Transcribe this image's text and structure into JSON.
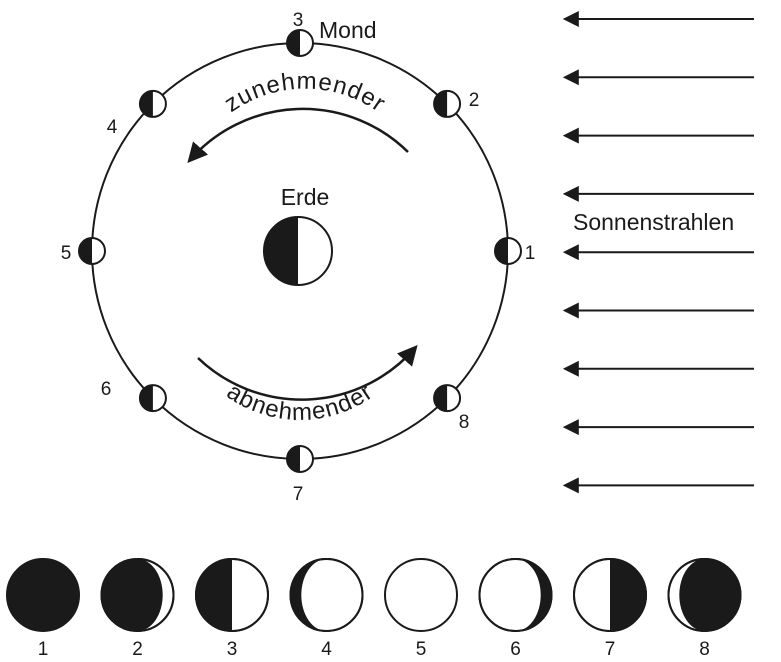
{
  "labels": {
    "mond": "Mond",
    "erde": "Erde",
    "sonnenstrahlen": "Sonnenstrahlen",
    "zunehmender": "zunehmender",
    "abnehmender": "abnehmender"
  },
  "orbit_positions": [
    {
      "number": "1"
    },
    {
      "number": "2"
    },
    {
      "number": "3"
    },
    {
      "number": "4"
    },
    {
      "number": "5"
    },
    {
      "number": "6"
    },
    {
      "number": "7"
    },
    {
      "number": "8"
    }
  ],
  "phase_views": [
    {
      "number": "1",
      "illuminated_fraction": 0.0
    },
    {
      "number": "2",
      "illuminated_fraction": 0.15
    },
    {
      "number": "3",
      "illuminated_fraction": 0.5
    },
    {
      "number": "4",
      "illuminated_fraction": 0.85
    },
    {
      "number": "5",
      "illuminated_fraction": 1.0
    },
    {
      "number": "6",
      "illuminated_fraction": 0.85
    },
    {
      "number": "7",
      "illuminated_fraction": 0.5
    },
    {
      "number": "8",
      "illuminated_fraction": 0.15
    }
  ],
  "sun_ray_count": 9,
  "colors": {
    "ink": "#1a1a1a",
    "paper": "#ffffff"
  }
}
